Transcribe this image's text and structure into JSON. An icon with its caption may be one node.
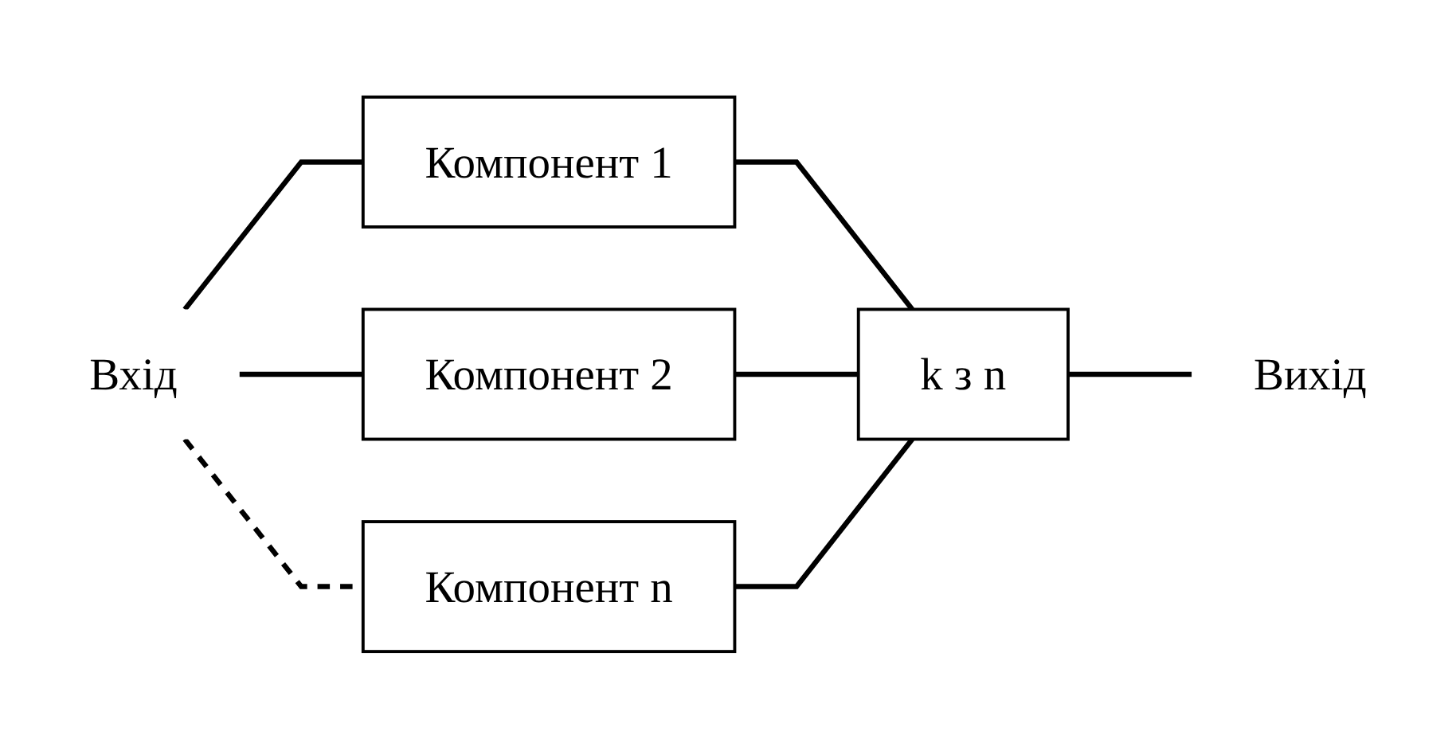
{
  "diagram": {
    "nodes": [
      {
        "text": [
          "Вхід"
        ]
      },
      {
        "text": [
          "Компонент 1"
        ]
      },
      {
        "text": [
          "Компонент 2"
        ]
      },
      {
        "text": [
          "Компонент n"
        ]
      },
      {
        "text": [
          "k з n"
        ]
      },
      {
        "text": [
          "Вихід"
        ]
      }
    ],
    "edges": [
      {
        "from": 0,
        "to": 1,
        "arrow": "none"
      },
      {
        "from": 0,
        "to": 2,
        "arrow": "none"
      },
      {
        "from": 0,
        "to": 3,
        "arrow": "none",
        "style": "dashed"
      },
      {
        "from": 1,
        "to": 4,
        "arrow": "none"
      },
      {
        "from": 2,
        "to": 4,
        "arrow": "none"
      },
      {
        "from": 3,
        "to": 4,
        "arrow": "none"
      },
      {
        "from": 4,
        "to": 5,
        "arrow": "none"
      }
    ]
  }
}
